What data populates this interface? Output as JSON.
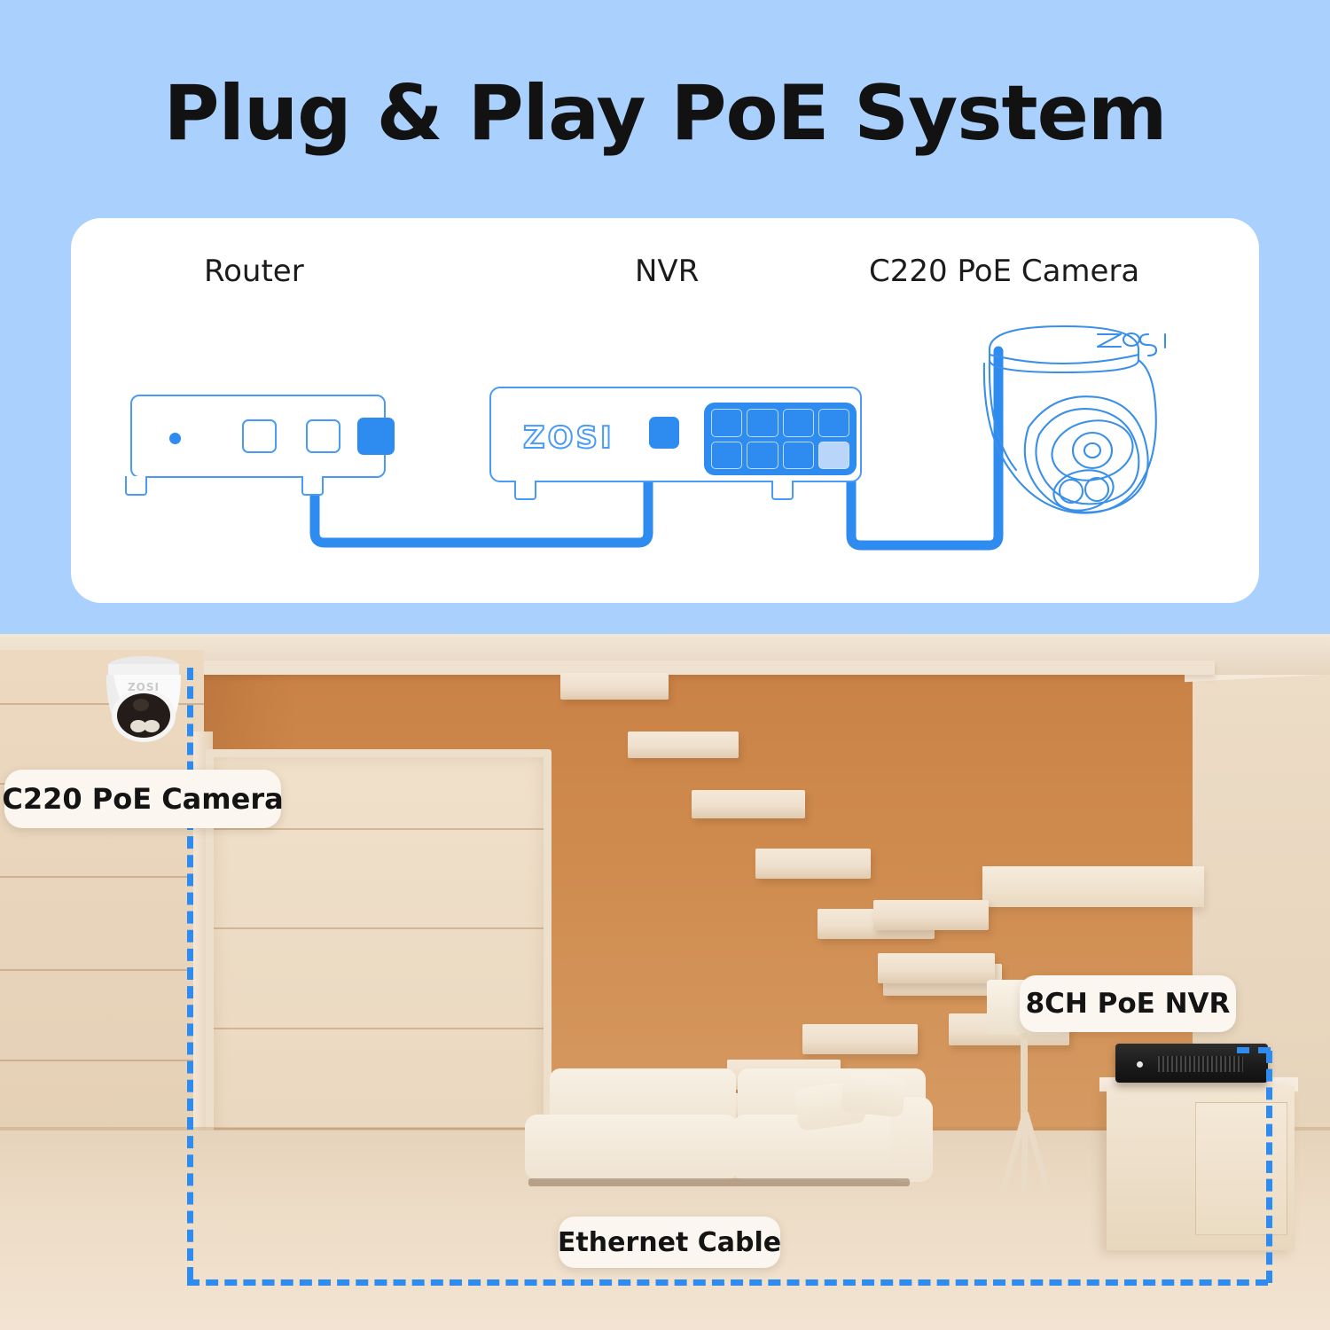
{
  "page": {
    "title": "Plug & Play PoE System",
    "background_color": "#aad0fe",
    "accent_color": "#2e8bf0"
  },
  "diagram": {
    "card_background": "#ffffff",
    "devices": [
      {
        "id": "router",
        "label": "Router",
        "brand": "",
        "ports": [
          "lan-1",
          "lan-2",
          "wan-active"
        ]
      },
      {
        "id": "nvr",
        "label": "NVR",
        "brand": "ZOSI",
        "poe_ports": 8,
        "active_poe_port": 8
      },
      {
        "id": "camera",
        "label": "C220 PoE Camera",
        "brand": "ZOSI"
      }
    ],
    "labels": {
      "router": "Router",
      "nvr": "NVR",
      "camera": "C220 PoE Camera",
      "nvr_brand": "ZOSI"
    },
    "connections": [
      {
        "from": "router",
        "to": "nvr",
        "type": "ethernet"
      },
      {
        "from": "nvr",
        "to": "camera",
        "type": "ethernet-poe"
      }
    ]
  },
  "scene": {
    "callouts": [
      {
        "id": "camera",
        "text": "C220 PoE Camera"
      },
      {
        "id": "nvr",
        "text": "8CH PoE NVR"
      },
      {
        "id": "cable",
        "text": "Ethernet Cable"
      }
    ],
    "cable_style": "dashed",
    "cable_color": "#2e8bf0",
    "wall_color": "#cf8b4e",
    "floor_color": "#eddcc6"
  }
}
